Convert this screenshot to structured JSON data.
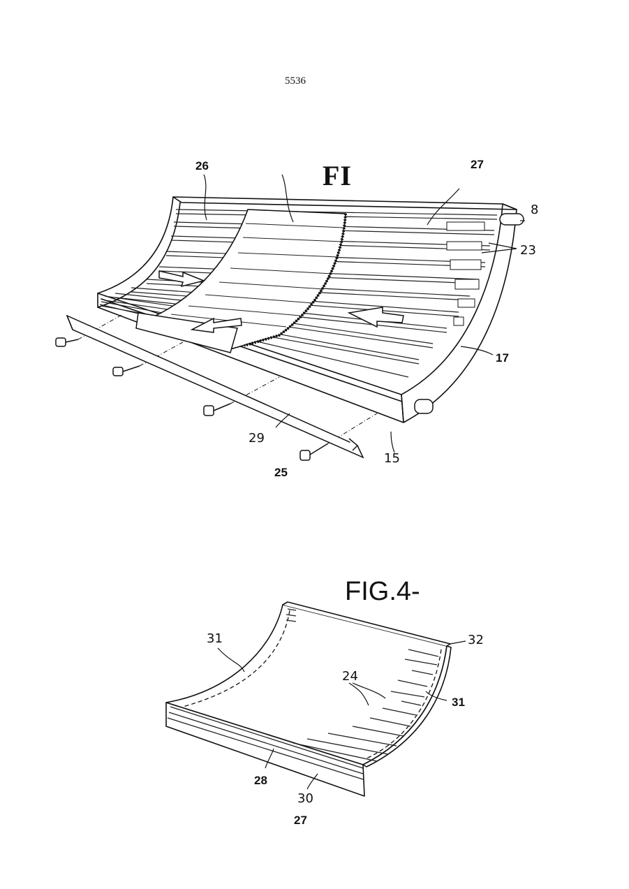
{
  "page_number": "5536",
  "figure_top": {
    "title": "FI",
    "labels": {
      "l26": "26",
      "l27": "27",
      "l8": "8",
      "l23": "23",
      "l17": "17",
      "l15": "15",
      "l29": "29",
      "l25": "25"
    }
  },
  "figure_bottom": {
    "title": "FIG.4-",
    "labels": {
      "l31a": "31",
      "l32": "32",
      "l24": "24",
      "l31b": "31",
      "l28": "28",
      "l30": "30",
      "l27": "27"
    }
  }
}
